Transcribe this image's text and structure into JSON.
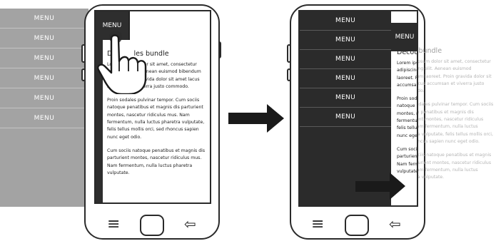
{
  "menu_label": "MENU",
  "left_menu": {
    "items": [
      "MENU",
      "MENU",
      "MENU",
      "MENU",
      "MENU",
      "MENU"
    ]
  },
  "article": {
    "title": "Découvrez les bundle",
    "title_visible_left": "D          les bundle",
    "title_visible_right": "Décou",
    "title_ghost_right": "z les bundle",
    "paragraph1": "Lorem ipsum dolor sit amet, consectetur adipiscing elit. Aenean euismod bibendum laoreet. Proin gravida dolor sit amet lacus accumsan et viverra justo commodo.",
    "paragraph2": "Proin sodales pulvinar tempor. Cum sociis natoque penatibus et magnis dis parturient montes, nascetur ridiculus mus. Nam fermentum, nulla luctus pharetra vulputate, felis tellus mollis orci, sed rhoncus sapien nunc eget odio.",
    "paragraph3": "Cum sociis natoque penatibus et magnis dis parturient montes, nascetur ridiculus mus. Nam fermentum, nulla luctus pharetra vulputate."
  },
  "right_menu": {
    "items": [
      "MENU",
      "MENU",
      "MENU",
      "MENU",
      "MENU",
      "MENU"
    ]
  },
  "nav": {
    "menu_icon": "≡",
    "back_icon": "⇦"
  }
}
